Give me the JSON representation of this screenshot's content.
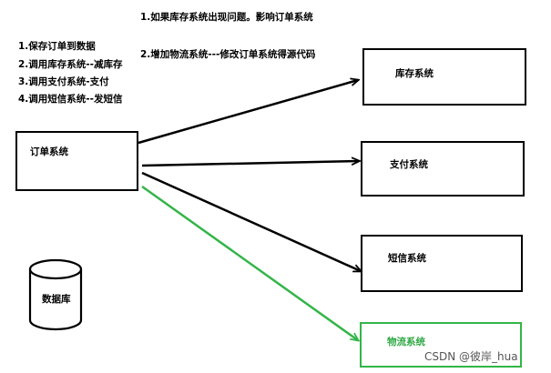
{
  "notes": {
    "top_right": [
      "1.如果库存系统出现问题。影响订单系统",
      "2.增加物流系统---修改订单系统得源代码"
    ],
    "top_left": [
      "1.保存订单到数据",
      "2.调用库存系统--减库存",
      "3.调用支付系统-支付",
      "4.调用短信系统--发短信"
    ]
  },
  "boxes": {
    "order": "订单系统",
    "inventory": "库存系统",
    "payment": "支付系统",
    "sms": "短信系统",
    "logistics": "物流系统"
  },
  "database": {
    "label": "数据库"
  },
  "colors": {
    "default_stroke": "#000000",
    "new_system": "#33b548"
  },
  "watermark": "CSDN @彼岸_hua"
}
